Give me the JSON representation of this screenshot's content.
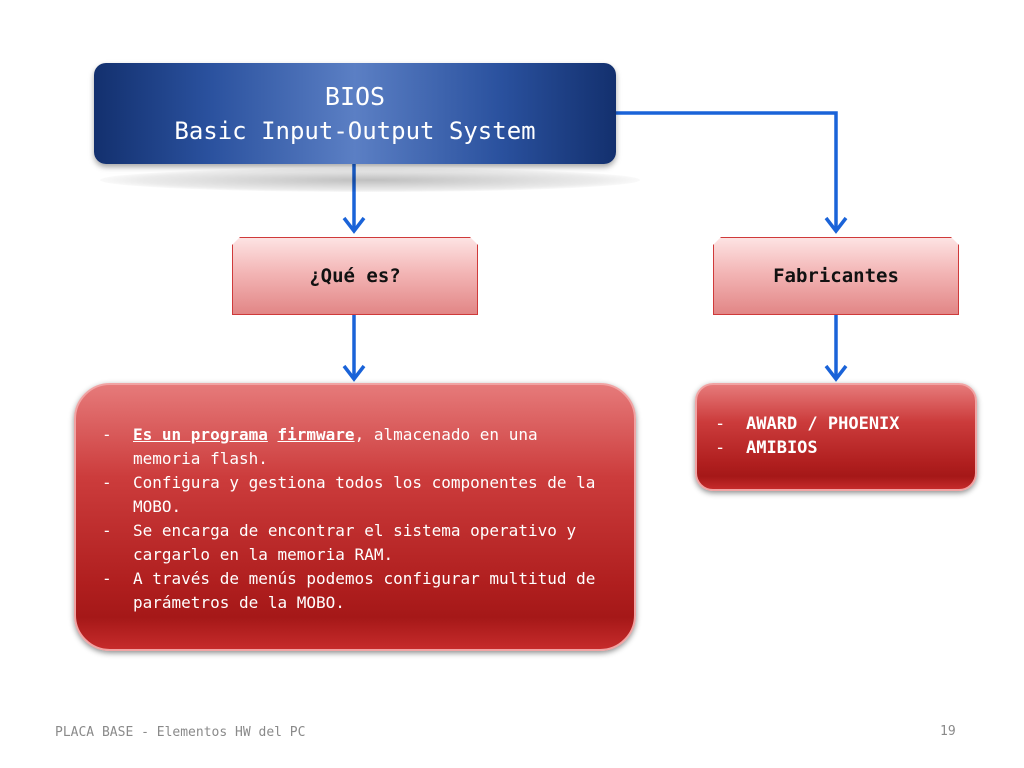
{
  "bios": {
    "title": "BIOS",
    "subtitle": "Basic Input-Output System"
  },
  "labels": {
    "que_es": "¿Qué es?",
    "fabricantes": "Fabricantes"
  },
  "description": {
    "item1_part1": "Es un programa",
    "item1_part2": "firmware",
    "item1_part3": ", almacenado en una memoria flash.",
    "item2": "Configura y gestiona todos los componentes de la MOBO.",
    "item3": "Se encarga de encontrar el sistema operativo y cargarlo en la memoria RAM.",
    "item4": "A través de menús podemos configurar multitud de parámetros de la MOBO."
  },
  "manufacturers": [
    "AWARD / PHOENIX",
    "AMIBIOS"
  ],
  "footer": {
    "title": "PLACA BASE - Elementos HW del PC",
    "page_number": "19"
  },
  "colors": {
    "bios_box": "#2a519e",
    "connector": "#1a63d8",
    "label_border": "#cf3a3a",
    "content_box": "#b01f1f"
  }
}
